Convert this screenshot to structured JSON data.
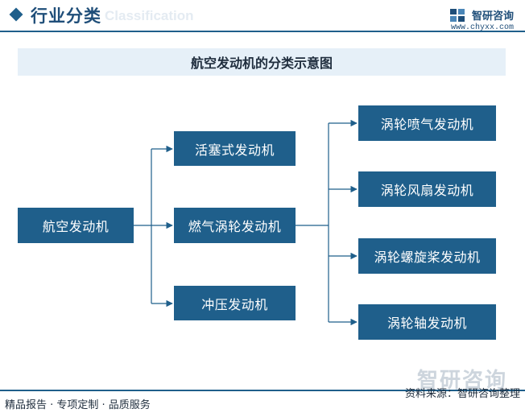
{
  "header": {
    "title": "行业分类",
    "title_en": "Classification",
    "brand_name": "智研咨询",
    "brand_url": "www.chyxx.com"
  },
  "diagram": {
    "title": "航空发动机的分类示意图",
    "root": "航空发动机",
    "level1": [
      "活塞式发动机",
      "燃气涡轮发动机",
      "冲压发动机"
    ],
    "level2": [
      "涡轮喷气发动机",
      "涡轮风扇发动机",
      "涡轮螺旋桨发动机",
      "涡轮轴发动机"
    ]
  },
  "watermark": {
    "logo_text": "智研咨询"
  },
  "footer": {
    "left": "精品报告 · 专项定制 · 品质服务",
    "right": "资料来源：智研咨询整理"
  },
  "colors": {
    "box": "#1f5f8b",
    "line": "#1f5f8b",
    "banner": "#e6f0f8"
  }
}
